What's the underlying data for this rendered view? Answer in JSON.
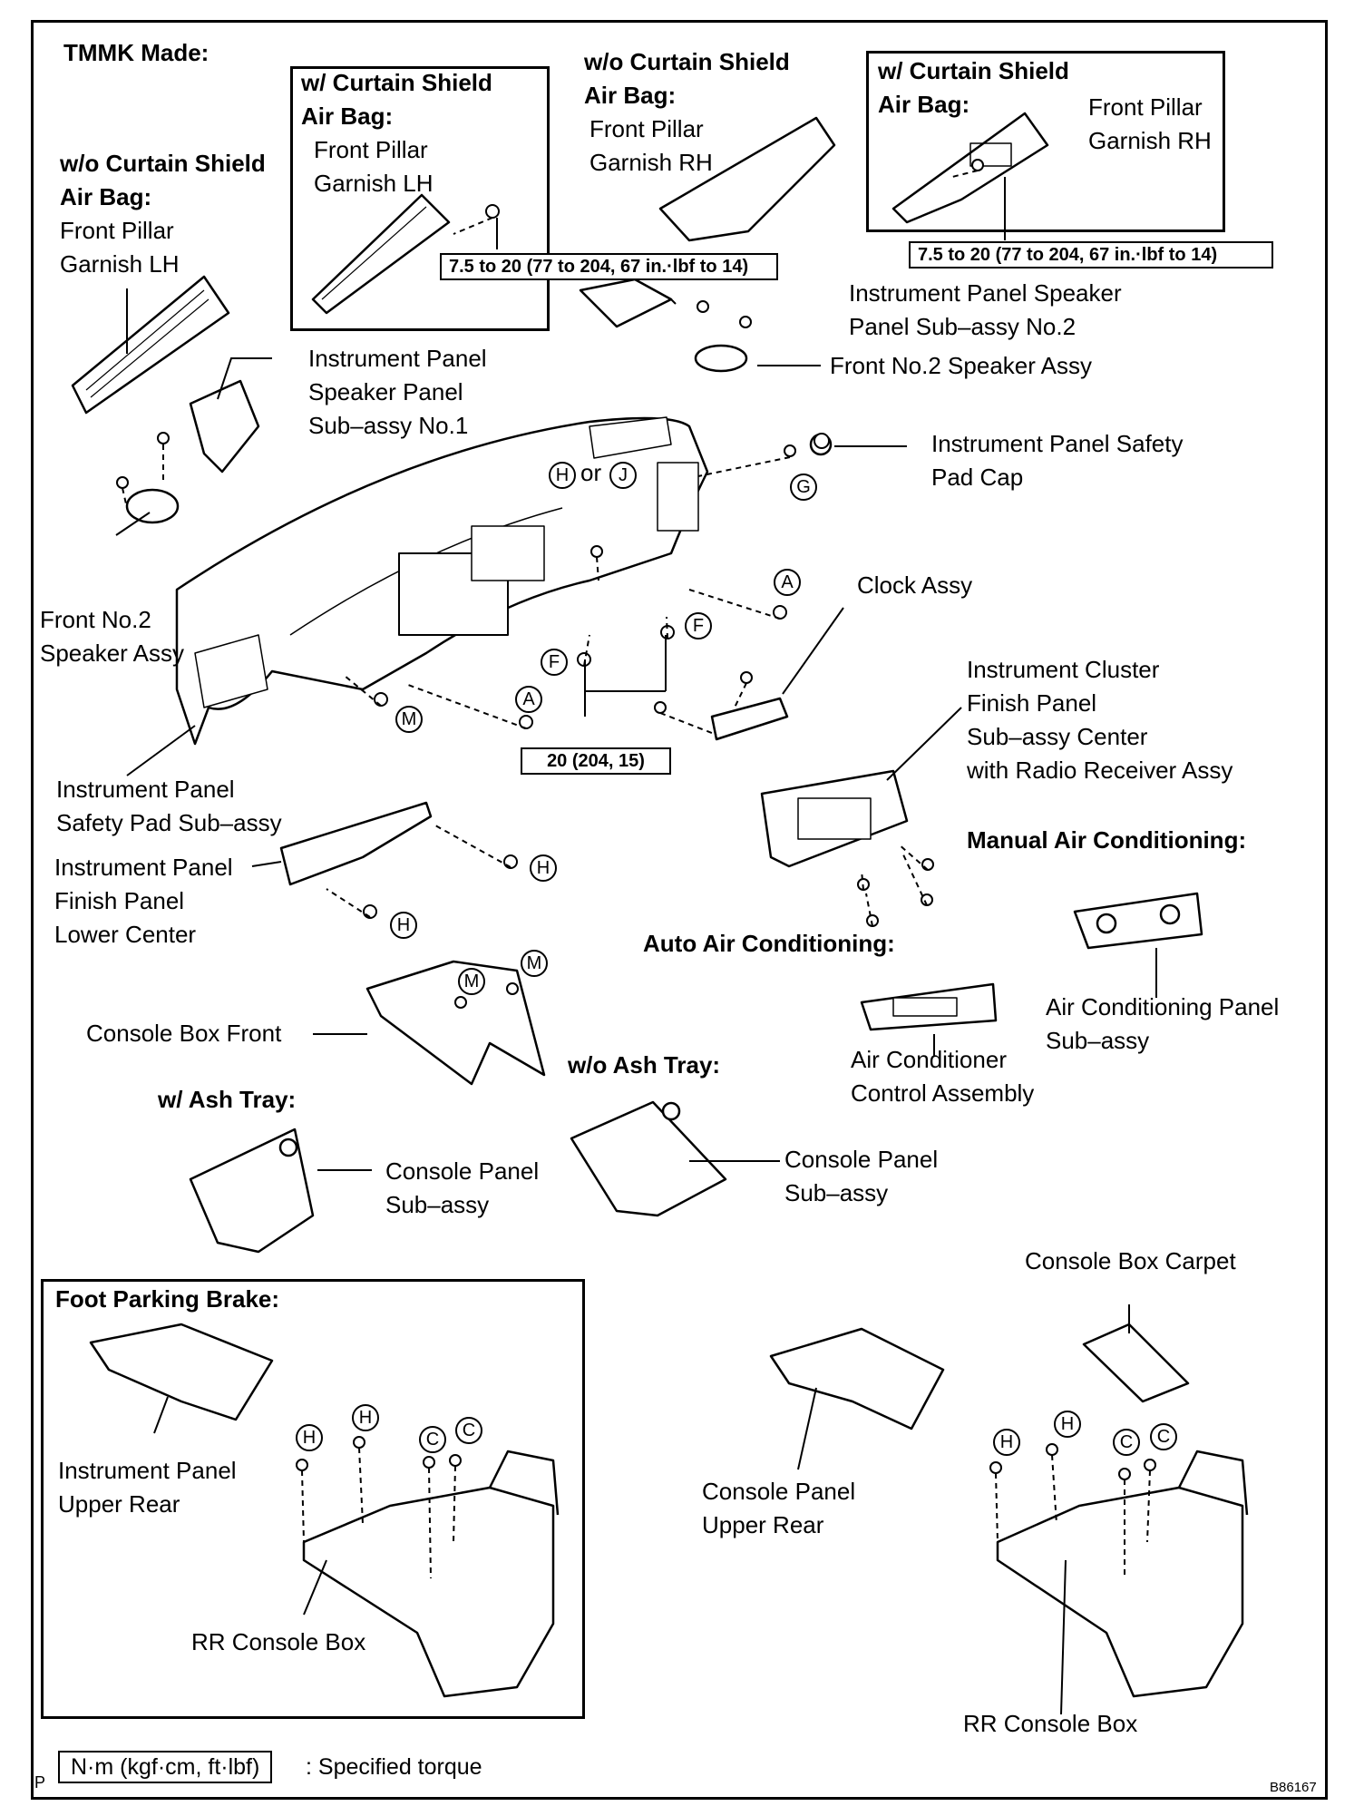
{
  "header": {
    "tmmk": "TMMK Made:",
    "left_variant": [
      "w/o Curtain Shield",
      "Air Bag:"
    ],
    "left_part": [
      "Front Pillar",
      "Garnish LH"
    ],
    "box1_variant": [
      "w/ Curtain Shield",
      "Air Bag:"
    ],
    "box1_part": [
      "Front Pillar",
      "Garnish LH"
    ],
    "center_variant": [
      "w/o Curtain Shield",
      "Air Bag:"
    ],
    "center_part": [
      "Front Pillar",
      "Garnish RH"
    ],
    "box2_variant": [
      "w/ Curtain Shield",
      "Air Bag:"
    ],
    "box2_part": [
      "Front Pillar",
      "Garnish RH"
    ]
  },
  "torque": {
    "pillar_lh": "7.5 to 20 (77 to 204, 67 in.·lbf to 14)",
    "pillar_rh": "7.5 to 20 (77 to 204, 67 in.·lbf to 14)",
    "panel_bolt": "20 (204, 15)"
  },
  "parts": {
    "speaker_panel_no2": [
      "Instrument Panel Speaker",
      "Panel Sub–assy No.2"
    ],
    "front_speaker_right": "Front No.2 Speaker Assy",
    "speaker_panel_no1": [
      "Instrument Panel",
      "Speaker Panel",
      "Sub–assy No.1"
    ],
    "safety_pad_cap": [
      "Instrument Panel Safety",
      "Pad Cap"
    ],
    "h_or_j": "or",
    "clock": "Clock Assy",
    "front_speaker_left": [
      "Front No.2",
      "Speaker Assy"
    ],
    "cluster_finish": [
      "Instrument Cluster",
      "Finish Panel",
      "Sub–assy Center",
      "with Radio Receiver Assy"
    ],
    "manual_ac": "Manual Air Conditioning:",
    "safety_pad": [
      "Instrument Panel",
      "Safety Pad Sub–assy"
    ],
    "finish_lower": [
      "Instrument Panel",
      "Finish Panel",
      "Lower Center"
    ],
    "auto_ac": "Auto Air Conditioning:",
    "ac_panel": [
      "Air Conditioning Panel",
      "Sub–assy"
    ],
    "console_front": "Console Box Front",
    "ac_control": [
      "Air Conditioner",
      "Control Assembly"
    ],
    "wo_ash": "w/o Ash Tray:",
    "w_ash": "w/ Ash Tray:",
    "console_panel_w": [
      "Console Panel",
      "Sub–assy"
    ],
    "console_panel_wo": [
      "Console Panel",
      "Sub–assy"
    ],
    "foot_brake": "Foot Parking Brake:",
    "carpet": "Console Box Carpet",
    "ip_upper_rear": [
      "Instrument Panel",
      "Upper Rear"
    ],
    "cp_upper_rear": [
      "Console Panel",
      "Upper Rear"
    ],
    "rr_console_left": "RR Console Box",
    "rr_console_right": "RR Console Box"
  },
  "markers": [
    "H",
    "J",
    "G",
    "A",
    "F",
    "F",
    "A",
    "M",
    "H",
    "H",
    "M",
    "M",
    "H",
    "H",
    "C",
    "C",
    "H",
    "H",
    "C",
    "C"
  ],
  "legend": {
    "p": "P",
    "unit": "N·m (kgf·cm, ft·lbf)",
    "desc": ": Specified torque"
  },
  "ref_code": "B86167"
}
